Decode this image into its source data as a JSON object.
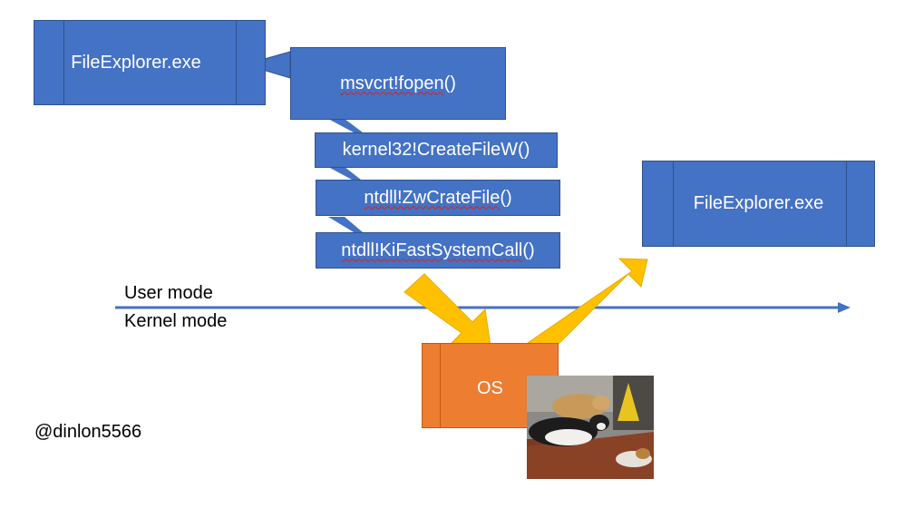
{
  "diagram": {
    "top_process": {
      "label": "FileExplorer.exe"
    },
    "calls": [
      {
        "prefix": "",
        "underlined": "msvcrt!fopen",
        "suffix": "()"
      },
      {
        "prefix": "kernel32!CreateFileW()",
        "underlined": "",
        "suffix": ""
      },
      {
        "prefix": "",
        "underlined": "ntdll!ZwCrateFile",
        "suffix": "()"
      },
      {
        "prefix": "",
        "underlined": "ntdll!KiFastSystemCall",
        "suffix": "()"
      }
    ],
    "return_process": {
      "label": "FileExplorer.exe"
    },
    "boundary": {
      "upper": "User mode",
      "lower": "Kernel mode"
    },
    "os": {
      "label": "OS"
    },
    "watermark": "@dinlon5566"
  },
  "colors": {
    "process_fill": "#4472c4",
    "os_fill": "#ed7d31",
    "arrow_fill": "#ffc000",
    "boundary_line": "#4472c4"
  }
}
